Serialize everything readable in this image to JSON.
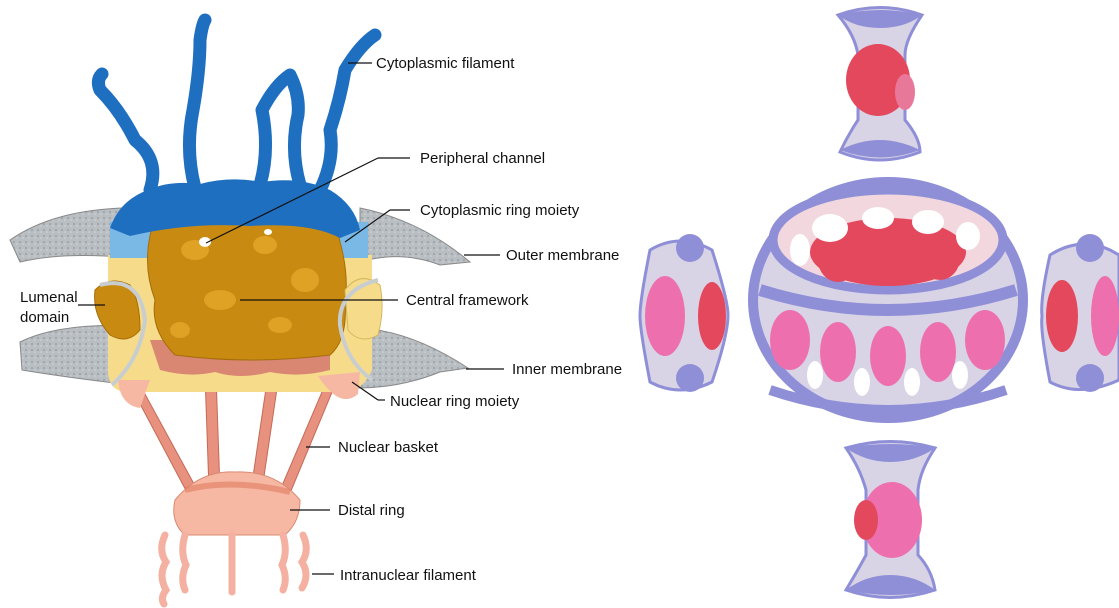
{
  "labels": {
    "cytoplasmic_filament": "Cytoplasmic filament",
    "peripheral_channel": "Peripheral channel",
    "cytoplasmic_ring_moiety": "Cytoplasmic ring moiety",
    "outer_membrane": "Outer membrane",
    "lumenal_domain_line1": "Lumenal",
    "lumenal_domain_line2": "domain",
    "central_framework": "Central framework",
    "inner_membrane": "Inner membrane",
    "nuclear_ring_moiety": "Nuclear ring moiety",
    "nuclear_basket": "Nuclear basket",
    "distal_ring": "Distal ring",
    "intranuclear_filament": "Intranuclear filament"
  },
  "colors": {
    "cytoplasmic_blue": "#1f6fc0",
    "ring_light_blue": "#7ab8e6",
    "framework_gold": "#c98a12",
    "nuclear_yellow": "#f6dc8a",
    "basket_salmon": "#e8917f",
    "distal_peach": "#f7b8a3",
    "membrane_gray": "#b9bec2",
    "model_lavender": "#8f8fd8",
    "model_red": "#e4485c",
    "model_pink": "#ee6fae"
  }
}
